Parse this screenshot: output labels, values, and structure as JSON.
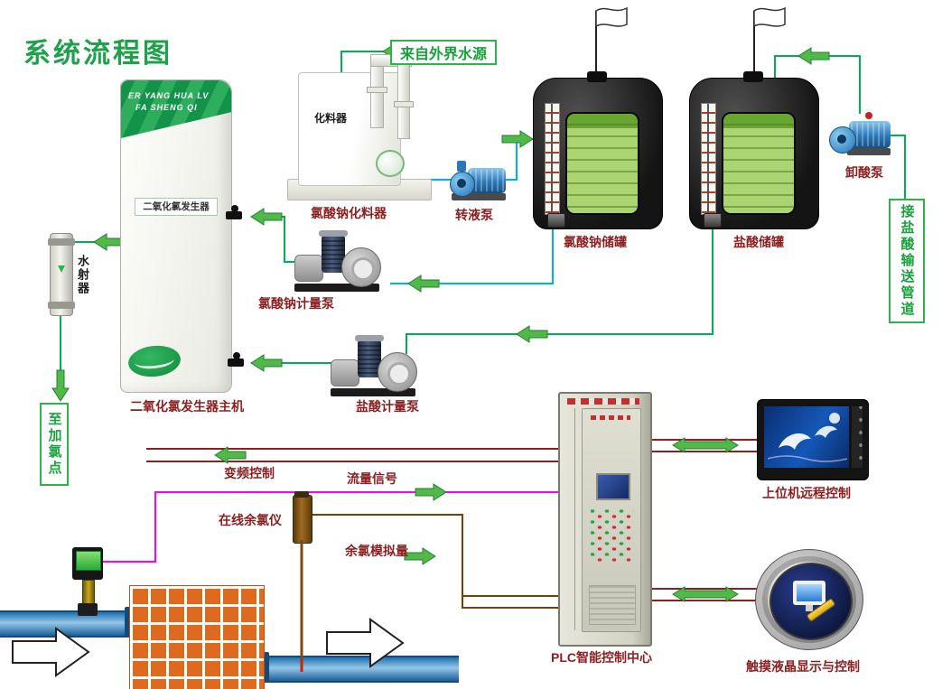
{
  "title": "系统流程图",
  "boxes": {
    "water_source": "来自外界水源",
    "hcl_pipe": "接盐酸输送管道",
    "chlorine_point": "至加氯点"
  },
  "equipment": {
    "generator_brand_1": "ER YANG HUA LV",
    "generator_brand_2": "FA SHENG QI",
    "generator_panel": "二氧化氯发生器",
    "generator_caption": "二氧化氯发生器主机",
    "dissolver_label": "化料器",
    "dissolver_caption": "氯酸钠化料器",
    "transfer_pump": "转液泵",
    "naclo3_tank": "氯酸钠储罐",
    "hcl_tank": "盐酸储罐",
    "unload_pump": "卸酸泵",
    "naclo3_meter_pump": "氯酸钠计量泵",
    "hcl_meter_pump": "盐酸计量泵",
    "ejector": "水射器",
    "plc_caption": "PLC智能控制中心",
    "host_caption": "上位机远程控制",
    "touch_caption": "触摸液晶显示与控制"
  },
  "signals": {
    "vfd": "变频控制",
    "flow": "流量信号",
    "chlorine_meter": "在线余氯仪",
    "chlorine_analog": "余氯模拟量"
  },
  "colors": {
    "title_green": "#1fa04a",
    "caption_red": "#8b1f1f",
    "box_green": "#2db34a",
    "line_green": "#00b050",
    "line_cyan": "#00b0f0",
    "line_magenta": "#ff00ff",
    "line_maroon": "#8b2020",
    "line_brown": "#7b3f00",
    "arrow_green": "#52b848",
    "pipe_blue": "#1f6fae",
    "brick_orange": "#dd6a1e",
    "tank_liquid_green": "#abd473"
  }
}
